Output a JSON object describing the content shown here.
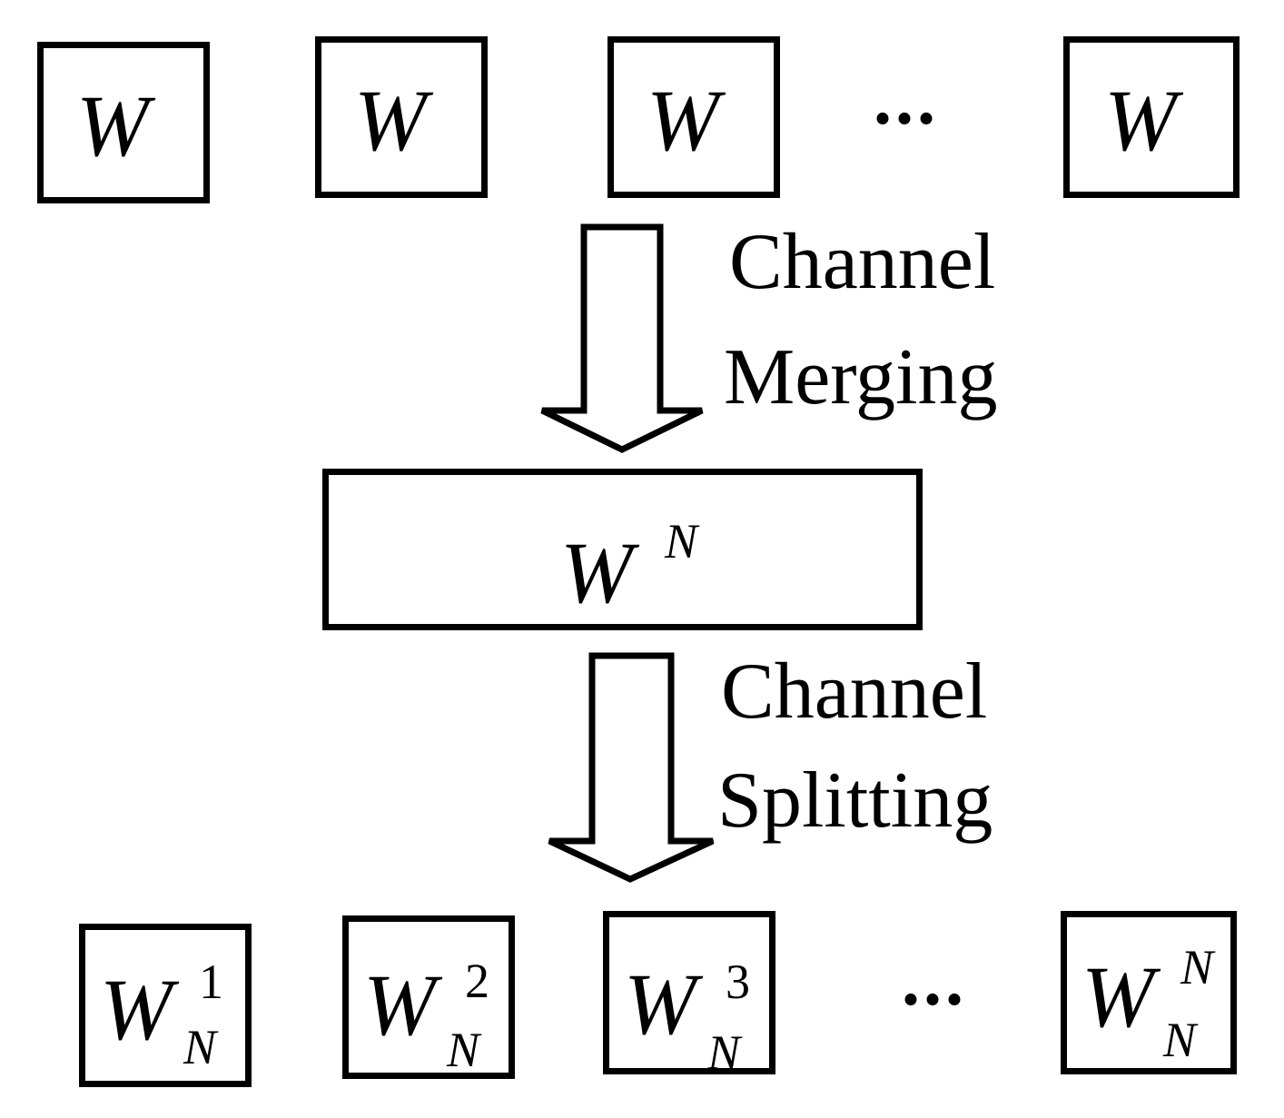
{
  "top_row": {
    "symbols": [
      "W",
      "W",
      "W",
      "W"
    ],
    "ellipsis": "..."
  },
  "merge_label": {
    "line1": "Channel",
    "line2": "Merging"
  },
  "combined": {
    "symbol": "W",
    "superscript": "N"
  },
  "split_label": {
    "line1": "Channel",
    "line2": "Splitting"
  },
  "bottom_row": {
    "items": [
      {
        "symbol": "W",
        "superscript": "1",
        "subscript": "N"
      },
      {
        "symbol": "W",
        "superscript": "2",
        "subscript": "N"
      },
      {
        "symbol": "W",
        "superscript": "3",
        "subscript": "N"
      },
      {
        "symbol": "W",
        "superscript": "N",
        "subscript": "N"
      }
    ],
    "ellipsis": "..."
  }
}
